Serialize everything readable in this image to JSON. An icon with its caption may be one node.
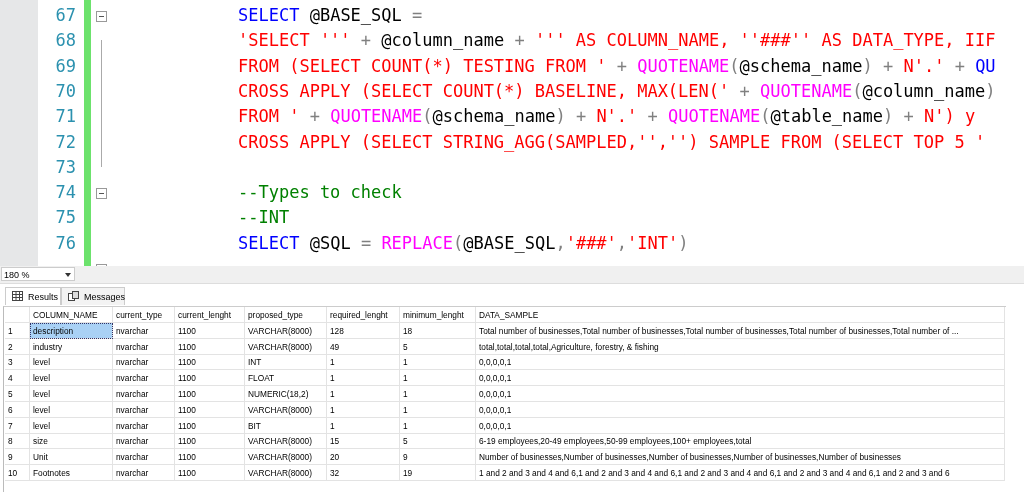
{
  "diagram": {
    "labels": [
      "67",
      "SELECT @BASE_SQL =",
      "68",
      "'SELECT ''' + @column_name + ''' AS COLUMN_NAME, ''###'' AS DATA_TYPE, IIF",
      "69",
      "FROM (SELECT COUNT(*) TESTING FROM ' + QUOTENAME(@schema_name) + N'.' + QU",
      "70",
      "CROSS APPLY (SELECT COUNT(*) BASELINE, MAX(LEN(' + QUOTENAME(@column_name)",
      "71",
      "FROM ' + QUOTENAME(@schema_name) + N'.' + QUOTENAME(@table_name) + N') y",
      "72",
      "CROSS APPLY (SELECT STRING_AGG(SAMPLED,'','') SAMPLE FROM (SELECT TOP 5 '",
      "73",
      "74",
      "--Types to check",
      "75",
      "--INT",
      "76",
      "SELECT @SQL = REPLACE(@BASE_SQL,'###','INT')",
      "180 %",
      "Results",
      "Messages",
      "COLUMN_NAME",
      "current_type",
      "current_lenght",
      "proposed_type",
      "required_lenght",
      "minimum_lenght",
      "DATA_SAMPLE",
      "1",
      "description",
      "nvarchar",
      "1100",
      "VARCHAR(8000)",
      "128",
      "18",
      "Total number of businesses,Total number of businesses,Total number of businesses,Total number of businesses,Total number of ...",
      "2",
      "industry",
      "nvarchar",
      "1100",
      "VARCHAR(8000)",
      "49",
      "5",
      "total,total,total,total,Agriculture, forestry, & fishing",
      "3",
      "level",
      "nvarchar",
      "1100",
      "INT",
      "1",
      "1",
      "0,0,0,0,1",
      "4",
      "level",
      "nvarchar",
      "1100",
      "FLOAT",
      "1",
      "1",
      "0,0,0,0,1",
      "5",
      "level",
      "nvarchar",
      "1100",
      "NUMERIC(18,2)",
      "1",
      "1",
      "0,0,0,0,1",
      "6",
      "level",
      "nvarchar",
      "1100",
      "VARCHAR(8000)",
      "1",
      "1",
      "0,0,0,0,1",
      "7",
      "level",
      "nvarchar",
      "1100",
      "BIT",
      "1",
      "1",
      "0,0,0,0,1",
      "8",
      "size",
      "nvarchar",
      "1100",
      "VARCHAR(8000)",
      "15",
      "5",
      "6-19 employees,20-49 employees,50-99 employees,100+ employees,total",
      "9",
      "Unit",
      "nvarchar",
      "1100",
      "VARCHAR(8000)",
      "20",
      "9",
      "Number of businesses,Number of businesses,Number of businesses,Number of businesses,Number of businesses",
      "10",
      "Footnotes",
      "nvarchar",
      "1100",
      "VARCHAR(8000)",
      "32",
      "19",
      "1 and 2 and 3 and 4 and 6,1 and 2 and 3 and 4 and 6,1 and 2 and 3 and 4 and 6,1 and 2 and 3 and 4 and 6,1 and 2 and 3 and 6"
    ]
  }
}
